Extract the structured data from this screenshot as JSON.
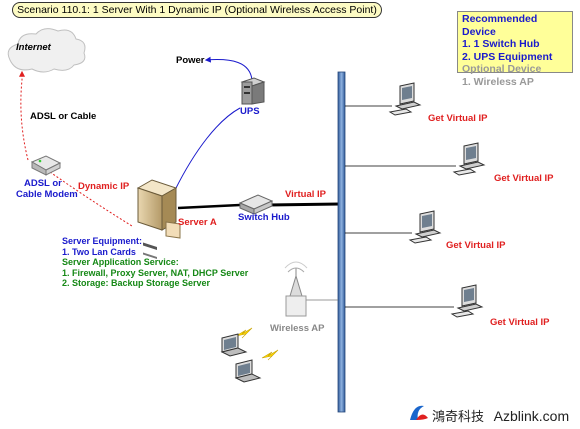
{
  "title": "Scenario 110.1: 1 Server With 1 Dynamic IP (Optional Wireless Access Point)",
  "recommended": {
    "heading": "Recommended Device",
    "items": [
      "1. 1 Switch Hub",
      "2. UPS Equipment"
    ],
    "optional_heading": "Optional Device",
    "optional_items": [
      "1. Wireless AP"
    ]
  },
  "labels": {
    "internet": "Internet",
    "adsl_or_cable": "ADSL or Cable",
    "modem_line1": "ADSL or",
    "modem_line2": "Cable Modem",
    "dynamic_ip": "Dynamic IP",
    "power": "Power",
    "ups": "UPS",
    "server": "Server A",
    "switch_hub": "Switch Hub",
    "virtual_ip": "Virtual IP",
    "wireless_ap": "Wireless AP",
    "clients": [
      "Get Virtual IP",
      "Get Virtual IP",
      "Get Virtual IP",
      "Get Virtual IP"
    ]
  },
  "equipment": {
    "heading": "Server Equipment:",
    "items": [
      "1. Two Lan Cards"
    ],
    "service_heading": "Server Application Service:",
    "service_items": [
      "1. Firewall, Proxy Server, NAT, DHCP Server",
      "2. Storage: Backup Storage Server"
    ]
  },
  "brand": {
    "chinese": "鴻奇科技",
    "site": "Azblink.com"
  },
  "colors": {
    "title_bg": "#fdfbc4",
    "rec_bg": "#ffff99",
    "backbone": "#4f7ab8",
    "red": "#e02020",
    "blue": "#1a1acc",
    "green": "#158815"
  }
}
